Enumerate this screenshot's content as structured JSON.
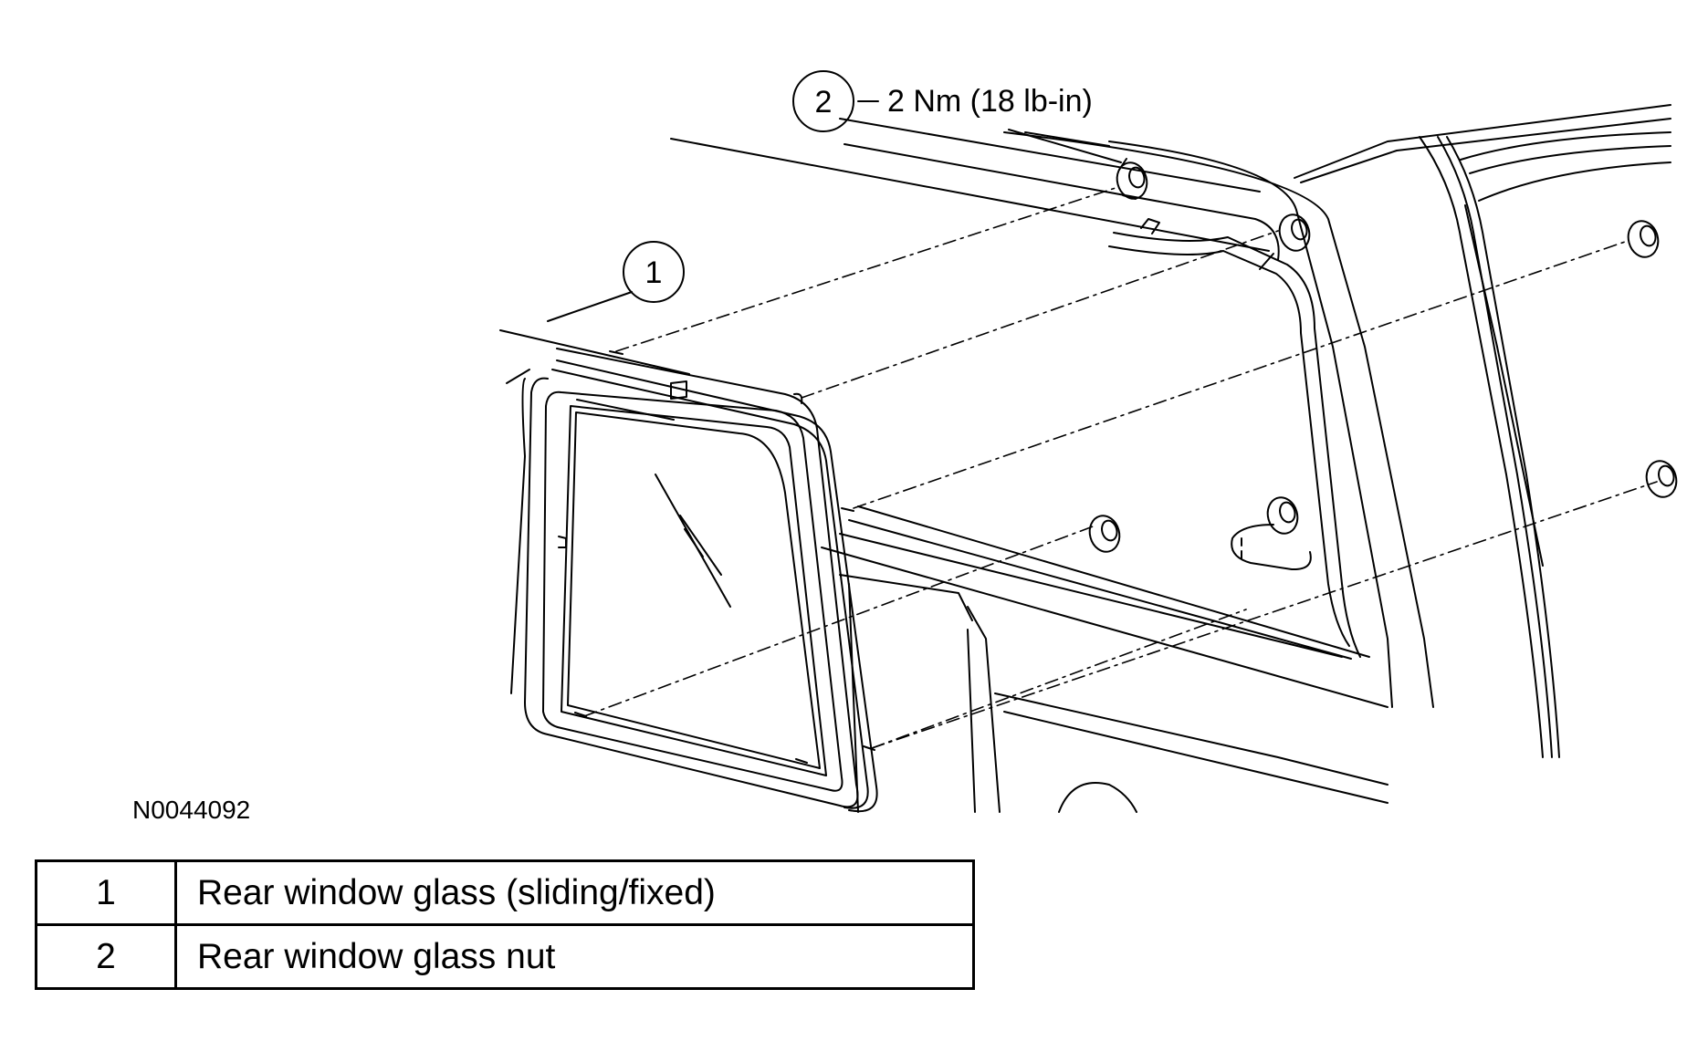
{
  "callouts": [
    {
      "number": "1"
    },
    {
      "number": "2",
      "torque": "2 Nm (18 lb-in)"
    }
  ],
  "figure_id": "N0044092",
  "legend": [
    {
      "number": "1",
      "description": "Rear window glass (sliding/fixed)"
    },
    {
      "number": "2",
      "description": "Rear window glass nut"
    }
  ],
  "colors": {
    "line": "#000000",
    "background": "#ffffff"
  }
}
